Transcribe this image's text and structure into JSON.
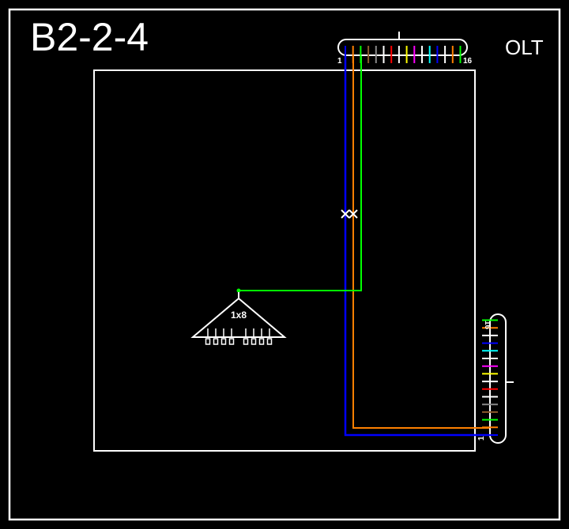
{
  "diagram": {
    "title": "B2-2-4",
    "olt_label": "OLT",
    "splitter_label": "1x8",
    "top_connector": {
      "start_label": "1",
      "end_label": "16",
      "fiber_colors": [
        "#0000ff",
        "#ff8000",
        "#00ff00",
        "#8b5a2b",
        "#888888",
        "#ffffff",
        "#ff0000",
        "#ffffff",
        "#ffff00",
        "#ff00ff",
        "#ffffff",
        "#00ffff",
        "#0000ff",
        "#ffffff",
        "#ff8000",
        "#00ff00"
      ]
    },
    "side_connector": {
      "start_label": "1",
      "end_label": "16",
      "fiber_colors": [
        "#0000ff",
        "#ff8000",
        "#00ff00",
        "#8b5a2b",
        "#888888",
        "#ffffff",
        "#ff0000",
        "#ffffff",
        "#ffff00",
        "#ff00ff",
        "#ffffff",
        "#00ffff",
        "#0000ff",
        "#ffffff",
        "#ff8000",
        "#00ff00"
      ]
    },
    "colors": {
      "background": "#000000",
      "frame": "#ffffff",
      "blue_fiber": "#0000ff",
      "orange_fiber": "#ff8000",
      "green_fiber": "#00ff00",
      "cut_marker": "#ffffff"
    }
  }
}
